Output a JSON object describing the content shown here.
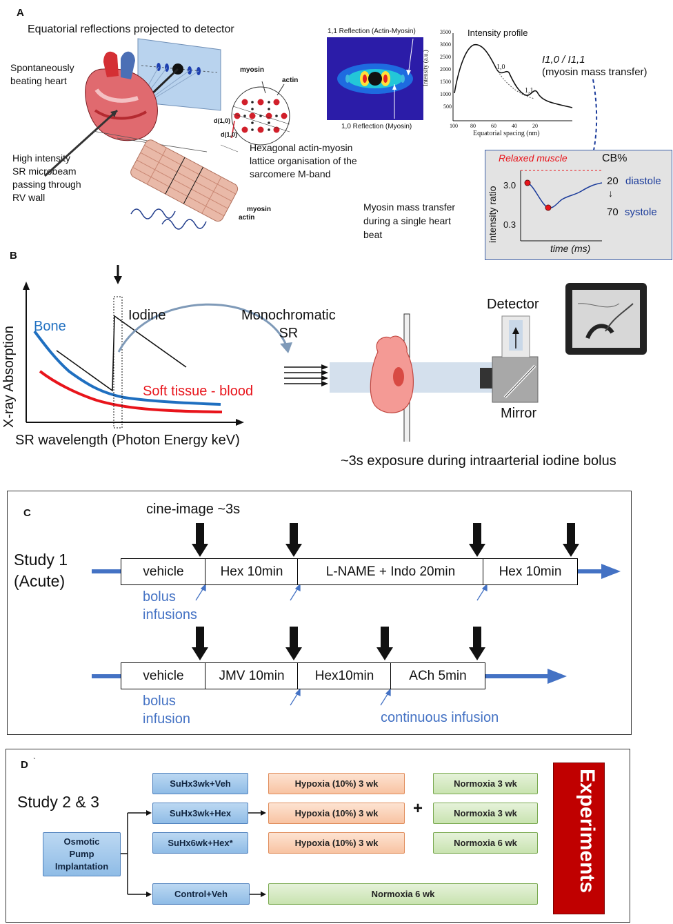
{
  "panelA": {
    "letter": "A",
    "equatorial_title": "Equatorial reflections projected to detector",
    "heart_label": [
      "Spontaneously",
      "beating heart"
    ],
    "microbeam_label": [
      "High intensity",
      "SR microbeam",
      "passing through",
      "RV wall"
    ],
    "lattice_labels": {
      "myosin": "myosin",
      "actin": "actin",
      "d10a": "d(1,0)",
      "d10b": "d(1,0)"
    },
    "lattice_caption": [
      "Hexagonal actin-myosin",
      "lattice organisation of the",
      "sarcomere M-band"
    ],
    "fiber_labels": {
      "myosin": "myosin",
      "actin": "actin"
    },
    "diffraction_top": "1,1 Reflection (Actin-Myosin)",
    "diffraction_bottom": "1,0 Reflection (Myosin)",
    "profile_title": "Intensity profile",
    "profile_ylabel": "Intensity (a.u.)",
    "profile_xlabel": "Equatorial spacing (nm)",
    "profile_yticks": [
      "3500",
      "3000",
      "2500",
      "2000",
      "1500",
      "1000",
      "500"
    ],
    "profile_xticks": [
      "100",
      "80",
      "60",
      "40",
      "20"
    ],
    "profile_peak10": "1,0",
    "profile_peak11": "1,1",
    "ratio_label": "I1,0 / I1,1",
    "ratio_sub": "(myosin mass transfer)",
    "myosin_transfer": [
      "Myosin mass transfer",
      "during a single heart",
      "beat"
    ],
    "inset": {
      "relaxed": "Relaxed muscle",
      "cb": "CB%",
      "ylabel": "intensity ratio",
      "xlabel": "time (ms)",
      "tick_high": "3.0",
      "tick_low": "0.3",
      "diastole_value": "20",
      "diastole": "diastole",
      "systole_value": "70",
      "systole": "systole",
      "arrow": "↓"
    }
  },
  "panelB": {
    "letter": "B",
    "ylabel": "X-ray Absorption",
    "xlabel": "SR wavelength (Photon Energy keV)",
    "bone": "Bone",
    "iodine": "Iodine",
    "soft": "Soft tissue - blood",
    "mono": [
      "Monochromatic",
      "SR"
    ],
    "detector": "Detector",
    "mirror": "Mirror",
    "exposure": "~3s exposure during intraarterial iodine bolus",
    "colors": {
      "bone": "#1f6fc0",
      "soft": "#e8141b",
      "iodine": "#111111"
    }
  },
  "panelC": {
    "letter": "C",
    "cine": "cine-image ~3s",
    "study": [
      "Study 1",
      "(Acute)"
    ],
    "row1": [
      "vehicle",
      "Hex 10min",
      "L-NAME + Indo 20min",
      "Hex 10min"
    ],
    "row2": [
      "vehicle",
      "JMV 10min",
      "Hex10min",
      "ACh 5min"
    ],
    "bolus_infusions": [
      "bolus",
      "infusions"
    ],
    "bolus_infusion": [
      "bolus",
      "infusion"
    ],
    "continuous": "continuous infusion"
  },
  "panelD": {
    "letter": "D",
    "tick": "`",
    "study": "Study 2 & 3",
    "pump": [
      "Osmotic",
      "Pump",
      "Implantation"
    ],
    "groups": [
      "SuHx3wk+Veh",
      "SuHx3wk+Hex",
      "SuHx6wk+Hex*",
      "Control+Veh"
    ],
    "hypoxia": [
      "Hypoxia (10%) 3 wk",
      "Hypoxia (10%) 3 wk",
      "Hypoxia (10%) 3 wk"
    ],
    "normoxia": [
      "Normoxia 3 wk",
      "Normoxia 3 wk",
      "Normoxia 6 wk"
    ],
    "control_normoxia": "Normoxia 6 wk",
    "plus": "+",
    "experiments": "Experiments"
  }
}
